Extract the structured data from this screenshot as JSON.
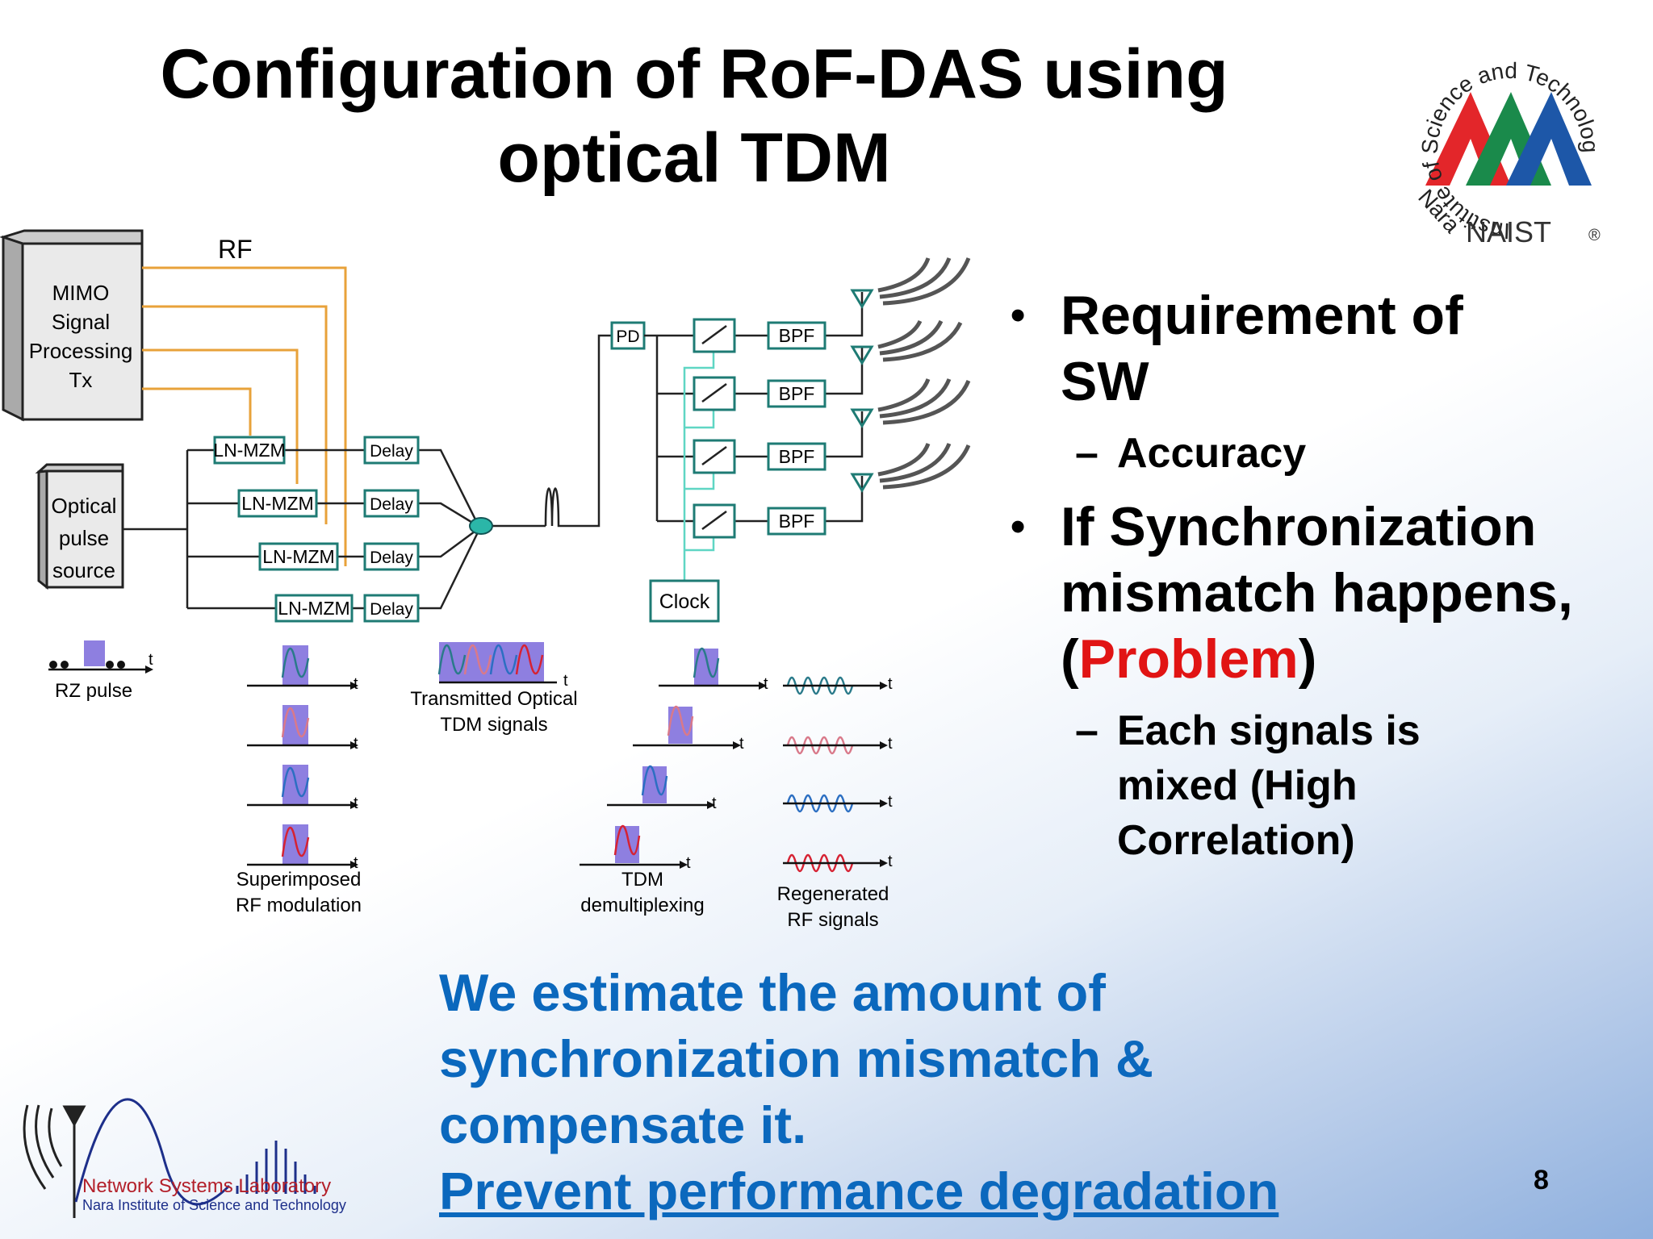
{
  "slide": {
    "title_line1": "Configuration of RoF-DAS using",
    "title_line2": "optical TDM",
    "page_number": "8"
  },
  "bullets": {
    "b1_line1": "Requirement of",
    "b1_line2": "SW",
    "b1_sub": "Accuracy",
    "b2_line1": "If Synchronization",
    "b2_line2": "mismatch happens,",
    "b2_open": "(",
    "b2_problem": "Problem",
    "b2_close": ")",
    "b2_sub_line1": "Each signals is",
    "b2_sub_line2": "mixed (High",
    "b2_sub_line3": "Correlation)"
  },
  "bottom_text": {
    "line1": "We estimate the amount of",
    "line2": "synchronization mismatch &",
    "line3": "compensate it.",
    "line4": "Prevent performance degradation"
  },
  "diagram": {
    "rf": "RF",
    "mimo_1": "MIMO",
    "mimo_2": "Signal",
    "mimo_3": "Processing",
    "mimo_4": "Tx",
    "src_1": "Optical",
    "src_2": "pulse",
    "src_3": "source",
    "lnmzm": "LN-MZM",
    "delay": "Delay",
    "pd": "PD",
    "bpf": "BPF",
    "clock": "Clock",
    "t": "t",
    "rz_pulse": "RZ pulse",
    "superimposed_1": "Superimposed",
    "superimposed_2": "RF modulation",
    "transmitted_1": "Transmitted Optical",
    "transmitted_2": "TDM signals",
    "tdm_1": "TDM",
    "tdm_2": "demultiplexing",
    "regen_1": "Regenerated",
    "regen_2": "RF signals"
  },
  "logos": {
    "naist_ring": "Institute of Science and Technology",
    "naist_ring_left": "Nara",
    "naist_name": "NAIST",
    "naist_reg": "®",
    "lab_name": "Network Systems Laboratory",
    "lab_sub": "Nara Institute of Science and Technology"
  },
  "colors": {
    "rf_line": "#e8a23a",
    "box_teal": "#1e7b74",
    "clock_line": "#5fd6c4",
    "pulse_fill": "#8e7fe0",
    "bottom_text": "#0b68bd",
    "problem": "#e11414"
  }
}
